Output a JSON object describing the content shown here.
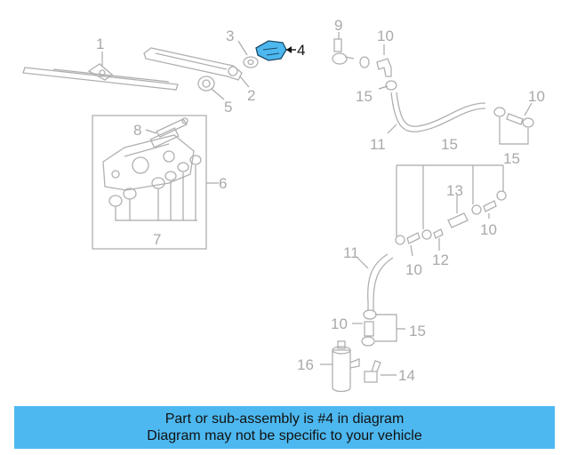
{
  "diagram": {
    "highlight_color": "#4db8f0",
    "highlighted_part": "4",
    "callouts": {
      "c1": "1",
      "c2": "2",
      "c3": "3",
      "c4": "4",
      "c5": "5",
      "c6": "6",
      "c7": "7",
      "c8": "8",
      "c9": "9",
      "c10a": "10",
      "c10b": "10",
      "c10c": "10",
      "c10d": "10",
      "c10e": "10",
      "c11a": "11",
      "c11b": "11",
      "c12": "12",
      "c13": "13",
      "c14": "14",
      "c15a": "15",
      "c15b": "15",
      "c15c": "15",
      "c15d": "15",
      "c16": "16"
    }
  },
  "banner": {
    "line1": "Part or sub-assembly is #4 in diagram",
    "line2": "Diagram may not be specific to your vehicle",
    "color": "#4db8f0"
  }
}
